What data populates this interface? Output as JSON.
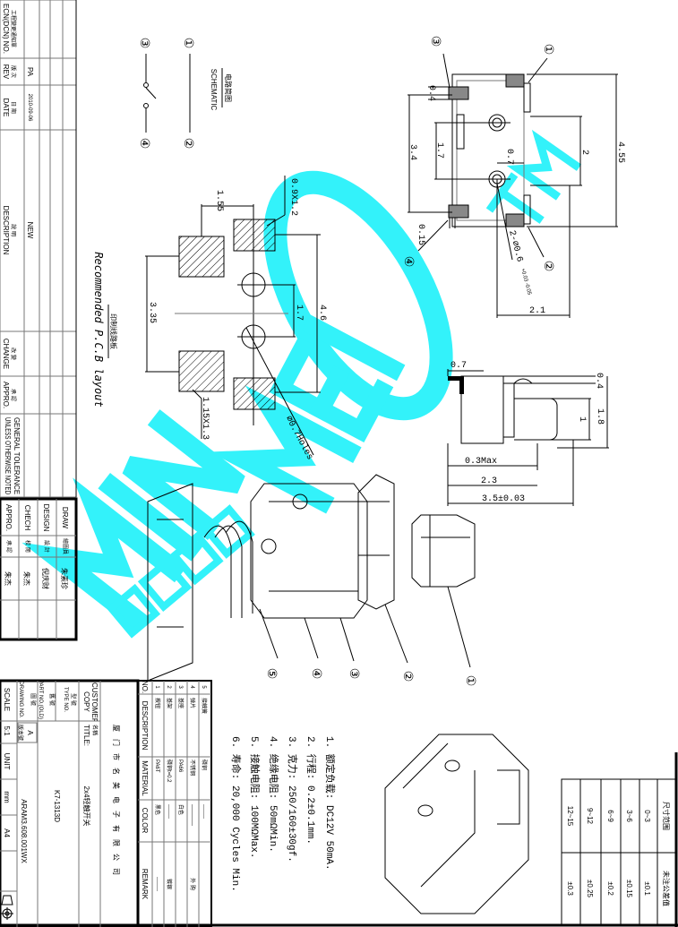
{
  "revision_table": {
    "headers": [
      {
        "zh": "工程變更通知單",
        "en": "ECN(DCN) NO."
      },
      {
        "zh": "版 次",
        "en": "REV"
      },
      {
        "zh": "日 期",
        "en": "DATE"
      },
      {
        "zh": "說 明",
        "en": "DESCRIPTION"
      },
      {
        "zh": "改 變",
        "en": "CHANGE"
      },
      {
        "zh": "承 認",
        "en": "APPRO."
      }
    ],
    "row": {
      "rev": "PA",
      "date": "2010-09-06",
      "description": "NEW"
    },
    "tolerance_label_1": "GENERAL TOLERANCE",
    "tolerance_label_2": "UNLESS OTHERWISE NOTED"
  },
  "signoff": [
    {
      "en": "DRAW",
      "zh": "繪圖員",
      "name": "朱素珍"
    },
    {
      "en": "DESIGN",
      "zh": "設 計",
      "name": "倪庆财"
    },
    {
      "en": "CHECH",
      "zh": "校 閱",
      "name": "朱杰"
    },
    {
      "en": "APPRO.",
      "zh": "承 認",
      "name": "朱杰"
    }
  ],
  "title_block": {
    "company": "厦门市名美电子有限公司",
    "customer_label": "CUSTOMER COPY",
    "name_label_zh": "名稱",
    "title_label": "TITLE:",
    "title": "2x4轻触开关",
    "type_label_zh": "型 號",
    "type_label": "TYPE NO.",
    "type_no": "K7-1313D",
    "part_label_zh": "舊 號",
    "part_label": "PART NO.(OLD)",
    "drawing_label_zh": "圖 號",
    "drawing_label": "DRAWING NO.",
    "version_label": "版本號",
    "version": "A",
    "drawing_no": "ARAM3.608.001WX",
    "scale_label": "SCALE",
    "scale": "5:1",
    "unit_label": "UNIT",
    "unit": "mm",
    "paper": "A4"
  },
  "bom": {
    "headers": [
      "NO.",
      "DESCRIPTION",
      "MATERIAL",
      "COLOR",
      "REMARK"
    ],
    "rows": [
      {
        "no": "1",
        "desc": "按钮",
        "material": "PA6T",
        "color": "黑色",
        "remark": "--------"
      },
      {
        "no": "2",
        "desc": "基架",
        "material": "磷铜t=0.2",
        "color": "--------",
        "remark": "镀银"
      },
      {
        "no": "3",
        "desc": "基座",
        "material": "PA66",
        "color": "白色",
        "remark": ""
      },
      {
        "no": "4",
        "desc": "弹片",
        "material": "不锈钢",
        "color": "————",
        "remark": "外 购"
      },
      {
        "no": "5",
        "desc": "接触簧",
        "material": "磷铜",
        "color": "--------",
        "remark": ""
      }
    ]
  },
  "specs": [
    "1. 额定负载: DC12V 50mA.",
    "2. 行程: 0.2±0.1mm.",
    "3. 克力: 250/160±30gf.",
    "4. 绝缘电阻: 50mΩMin.",
    "5. 接触电阻: 100MΩMax.",
    "6. 寿命: 20,000 Cycles Min."
  ],
  "tolerance_table": {
    "headers": [
      "尺寸范围",
      "未注公差值"
    ],
    "rows": [
      [
        "0~3",
        "±0.1"
      ],
      [
        "3~6",
        "±0.15"
      ],
      [
        "6~9",
        "±0.2"
      ],
      [
        "9~12",
        "±0.25"
      ],
      [
        "12~15",
        "±0.3"
      ]
    ]
  },
  "schematic": {
    "title_zh": "电路简图",
    "title_en": "SCHEMATIC",
    "pins": [
      "①",
      "②",
      "③",
      "④"
    ]
  },
  "pcb_layout": {
    "title_zh": "印制线路板",
    "title_en": "Recommended P.C.B layout",
    "dims": {
      "pad_small": "0.9X1.2",
      "pitch": "1.55",
      "hole_pitch": "1.7",
      "outer": "4.6",
      "inner": "3.35",
      "pad_large": "1.15X1.3",
      "holes": "∅0.7Holes"
    }
  },
  "top_view": {
    "dims": {
      "a": "0.4",
      "b": "3.4",
      "c": "1.7",
      "d": "0.7",
      "e": "2",
      "f": "4.55",
      "g": "0.15",
      "h": "2-∅0.6",
      "h_tol": "+0.03 -0.05",
      "i": "2.1"
    },
    "balloons": [
      "①",
      "②",
      "③",
      "④"
    ]
  },
  "side_view": {
    "dims": {
      "a": "0.7",
      "b": "0.4",
      "c": "1",
      "d": "1.8",
      "e": "0.3Max",
      "f": "2.3",
      "g": "3.5±0.03"
    }
  },
  "exploded_view": {
    "balloons": [
      "①",
      "②",
      "③",
      "④",
      "⑤"
    ]
  },
  "watermark": {
    "text": "MINGMEI",
    "tm": "TM",
    "zh": "名美电子"
  },
  "colors": {
    "watermark": "#33f2fa",
    "line": "#000000",
    "pad_fill": "#888888"
  }
}
